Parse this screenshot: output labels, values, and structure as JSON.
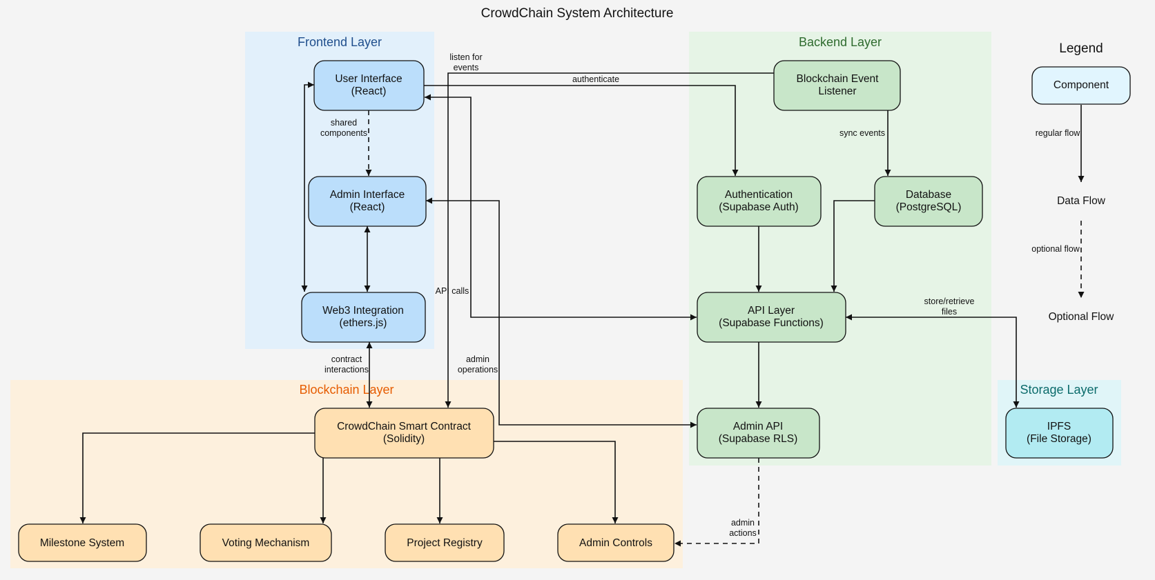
{
  "title": "CrowdChain System Architecture",
  "colors": {
    "frontend_bg": "#e2f0fb",
    "frontend_node": "#bbdefb",
    "frontend_label": "#1f4e8c",
    "backend_bg": "#e6f4e6",
    "backend_node": "#c8e6c9",
    "backend_label": "#2e6b2e",
    "blockchain_bg": "#fdf0dd",
    "blockchain_node": "#ffe0b2",
    "blockchain_label": "#e65c00",
    "storage_bg": "#e0f5f8",
    "storage_node": "#b2ebf2",
    "storage_label": "#0b6b6b",
    "legend_node": "#e1f5fe"
  },
  "clusters": {
    "frontend": "Frontend Layer",
    "backend": "Backend Layer",
    "blockchain": "Blockchain Layer",
    "storage": "Storage Layer"
  },
  "nodes": {
    "user_interface": [
      "User Interface",
      "(React)"
    ],
    "admin_interface": [
      "Admin Interface",
      "(React)"
    ],
    "web3": [
      "Web3 Integration",
      "(ethers.js)"
    ],
    "event_listener": [
      "Blockchain Event",
      "Listener"
    ],
    "authentication": [
      "Authentication",
      "(Supabase Auth)"
    ],
    "database": [
      "Database",
      "(PostgreSQL)"
    ],
    "api_layer": [
      "API Layer",
      "(Supabase Functions)"
    ],
    "admin_api": [
      "Admin API",
      "(Supabase RLS)"
    ],
    "smart_contract": [
      "CrowdChain Smart Contract",
      "(Solidity)"
    ],
    "milestone": [
      "Milestone System"
    ],
    "voting": [
      "Voting Mechanism"
    ],
    "registry": [
      "Project Registry"
    ],
    "admin_controls": [
      "Admin Controls"
    ],
    "ipfs": [
      "IPFS",
      "(File Storage)"
    ]
  },
  "edge_labels": {
    "listen": [
      "listen for",
      "events"
    ],
    "authenticate": [
      "authenticate"
    ],
    "shared": [
      "shared",
      "components"
    ],
    "sync": [
      "sync events"
    ],
    "api_calls": [
      "API calls"
    ],
    "store": [
      "store/retrieve",
      "files"
    ],
    "contract": [
      "contract",
      "interactions"
    ],
    "admin_ops": [
      "admin",
      "operations"
    ],
    "admin_actions": [
      "admin",
      "actions"
    ]
  },
  "legend": {
    "title": "Legend",
    "component": "Component",
    "regular_flow": "regular flow",
    "data_flow": "Data Flow",
    "optional_flow": "optional flow",
    "optional_flow_node": "Optional Flow"
  }
}
